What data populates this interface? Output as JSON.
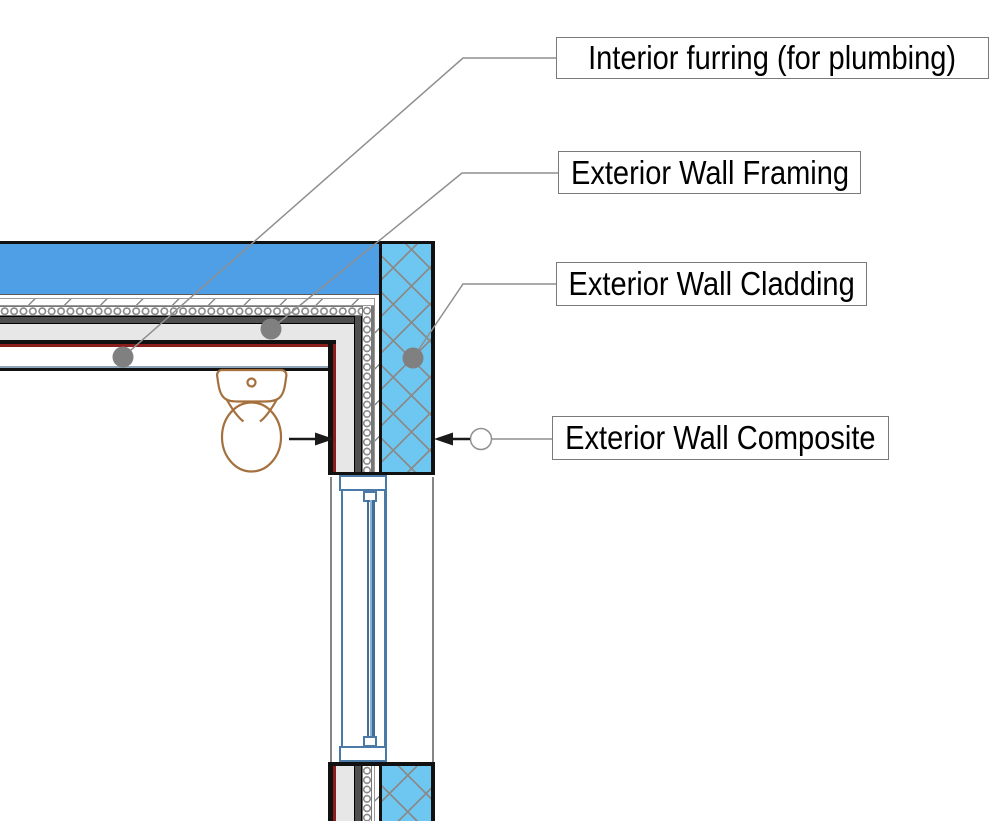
{
  "callouts": [
    {
      "text": "Interior furring (for plumbing)",
      "marker": "filled-dot"
    },
    {
      "text": "Exterior Wall Framing",
      "marker": "filled-dot"
    },
    {
      "text": "Exterior Wall Cladding",
      "marker": "filled-dot"
    },
    {
      "text": "Exterior Wall Composite",
      "marker": "open-circle-with-arrows"
    }
  ],
  "colors": {
    "cladding_top_blue": "#4f9fe6",
    "cladding_hatch_blue": "#6ec7f1",
    "hatch_line_gray": "#8a8a8a",
    "framing_gray": "#e7e7e7",
    "sheathing_dark": "#4f4f4f",
    "gypsum_red": "#8c1d1d",
    "window_blue": "#4a7aa8",
    "leader_gray": "#8f8f8f",
    "marker_gray": "#808080",
    "toilet_brown": "#a5703d",
    "interior_line_blue_gray": "#8fa5ba"
  }
}
